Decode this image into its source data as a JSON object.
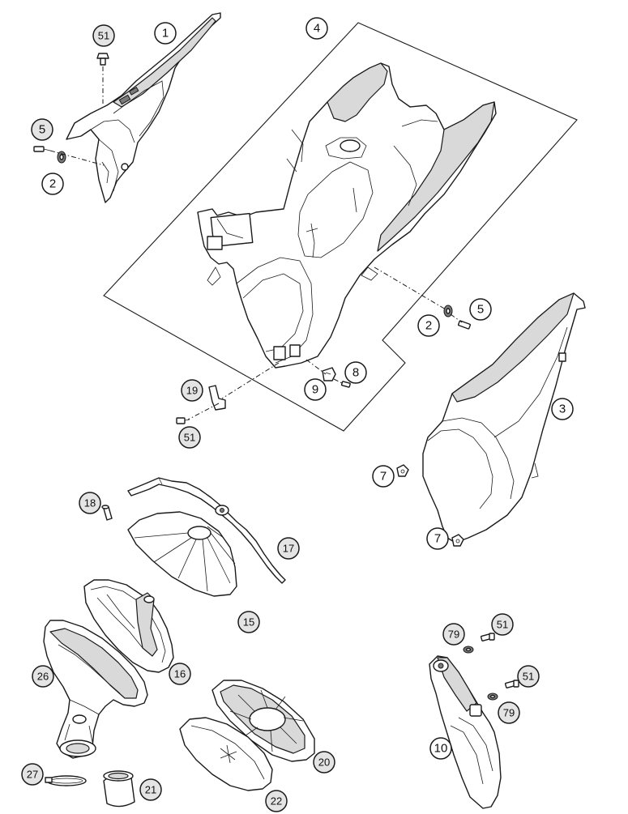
{
  "callouts": {
    "c1": "1",
    "c51a": "51",
    "c5a": "5",
    "c2a": "2",
    "c4": "4",
    "c5b": "5",
    "c2b": "2",
    "c3": "3",
    "c8": "8",
    "c9": "9",
    "c19": "19",
    "c51b": "51",
    "c7a": "7",
    "c7b": "7",
    "c18": "18",
    "c17": "17",
    "c15": "15",
    "c16": "16",
    "c26": "26",
    "c20": "20",
    "c21": "21",
    "c22": "22",
    "c27": "27",
    "c79a": "79",
    "c51c": "51",
    "c51d": "51",
    "c79b": "79",
    "c10": "10"
  }
}
